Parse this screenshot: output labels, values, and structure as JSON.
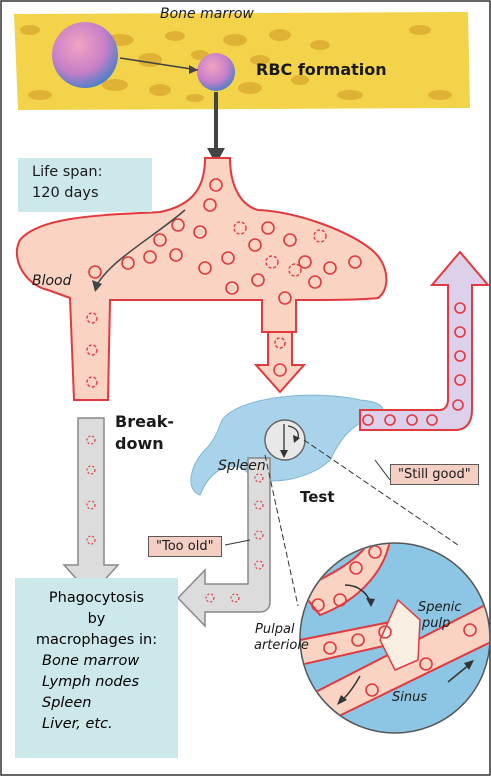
{
  "labels": {
    "bone_marrow": "Bone marrow",
    "rbc_formation": "RBC formation",
    "life_span_line1": "Life span:",
    "life_span_line2": "120 days",
    "blood": "Blood",
    "breakdown_line1": "Break-",
    "breakdown_line2": "down",
    "spleen": "Spleen",
    "test": "Test",
    "still_good": "\"Still good\"",
    "too_old": "\"Too old\"",
    "splenic_pulp_line1": "Spenic",
    "splenic_pulp_line2": "pulp",
    "pulpal_arteriole_line1": "Pulpal",
    "pulpal_arteriole_line2": "arteriole",
    "sinus": "Sinus"
  },
  "phagocytosis": {
    "line1": "Phagocytosis",
    "line2": "by",
    "line3": "macrophages in:",
    "sites": [
      "Bone marrow",
      "Lymph nodes",
      "Spleen",
      "Liver, etc."
    ]
  },
  "colors": {
    "marrow": "#f3d34a",
    "vessel": "#fbd3c3",
    "rbc": "#e0393e",
    "spleen": "#a9d3ea",
    "label_box": "#cde8ea",
    "tag": "#f6cfc4",
    "arrow_gray": "#dcdcdc",
    "return_arrow": "#ddd0ea"
  }
}
